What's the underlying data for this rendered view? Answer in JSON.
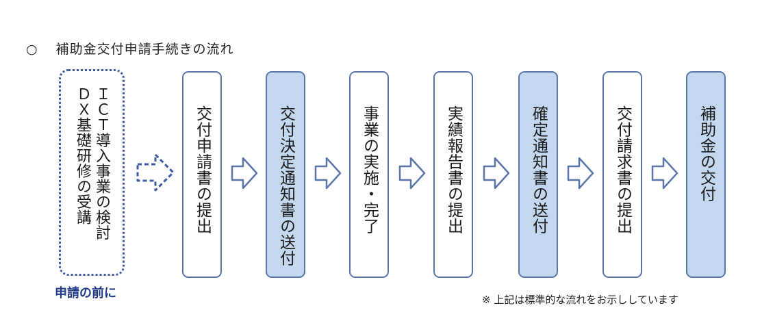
{
  "title": {
    "marker": "○",
    "text": "補助金交付申請手続きの流れ"
  },
  "pre_step": {
    "lines": [
      "ＩＣＴ導入事業の検討",
      "ＤＸ基礎研修の受講"
    ],
    "caption": "申請の前に"
  },
  "steps": [
    {
      "label": "交付申請書の提出",
      "highlight": false
    },
    {
      "label": "交付決定通知書の送付",
      "highlight": true
    },
    {
      "label": "事業の実施・完了",
      "highlight": false
    },
    {
      "label": "実績報告書の提出",
      "highlight": false
    },
    {
      "label": "確定通知書の送付",
      "highlight": true
    },
    {
      "label": "交付請求書の提出",
      "highlight": false
    },
    {
      "label": "補助金の交付",
      "highlight": true
    }
  ],
  "note": "※ 上記は標準的な流れをお示ししています",
  "colors": {
    "box_border": "#5a76a8",
    "box_highlight": "#c3d7ee",
    "arrow": "#5a76a8",
    "caption": "#1f3a8a"
  }
}
